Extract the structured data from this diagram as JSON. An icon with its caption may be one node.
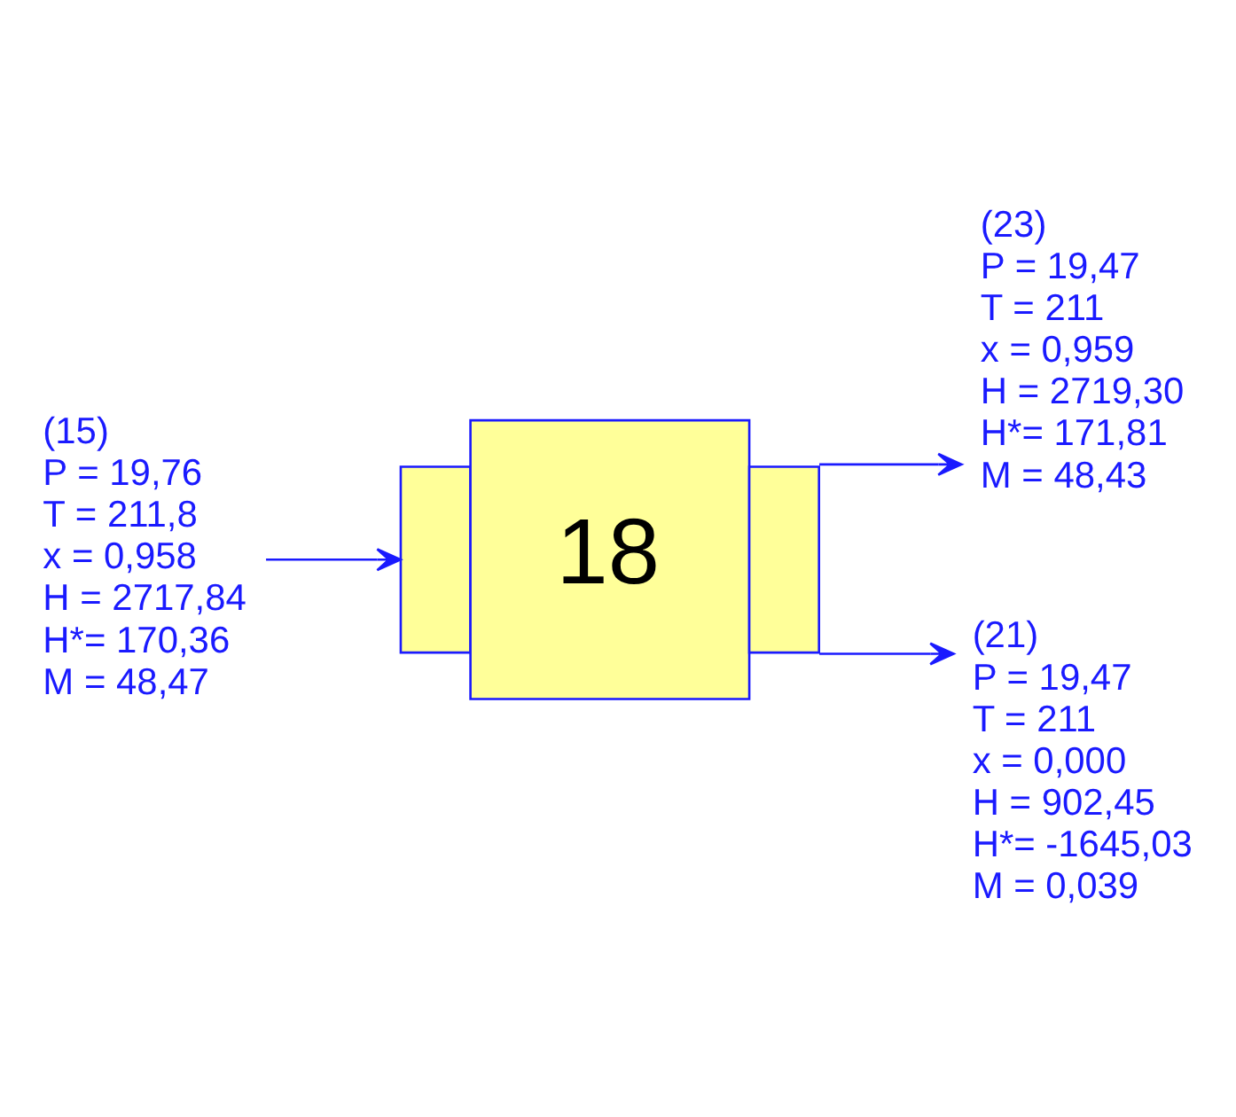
{
  "diagram": {
    "nodes": [
      {
        "text": [
          "(15)",
          "P = 19,76",
          "T = 211,8",
          "x = 0,958",
          "H = 2717,84",
          "H*= 170,36",
          "M = 48,47"
        ]
      },
      {
        "text": [
          "18"
        ]
      },
      {
        "text": [
          "(23)",
          "P = 19,47",
          "T = 211",
          "x = 0,959",
          "H = 2719,30",
          "H*= 171,81",
          "M = 48,43"
        ]
      },
      {
        "text": [
          "(21)",
          "P = 19,47",
          "T = 211",
          "x = 0,000",
          "H = 902,45",
          "H*= -1645,03",
          "M = 0,039"
        ]
      }
    ],
    "edges": [
      {
        "from": 0,
        "to": 1,
        "arrow": "to"
      },
      {
        "from": 1,
        "to": 2,
        "arrow": "to"
      },
      {
        "from": 1,
        "to": 3,
        "arrow": "to"
      }
    ]
  }
}
